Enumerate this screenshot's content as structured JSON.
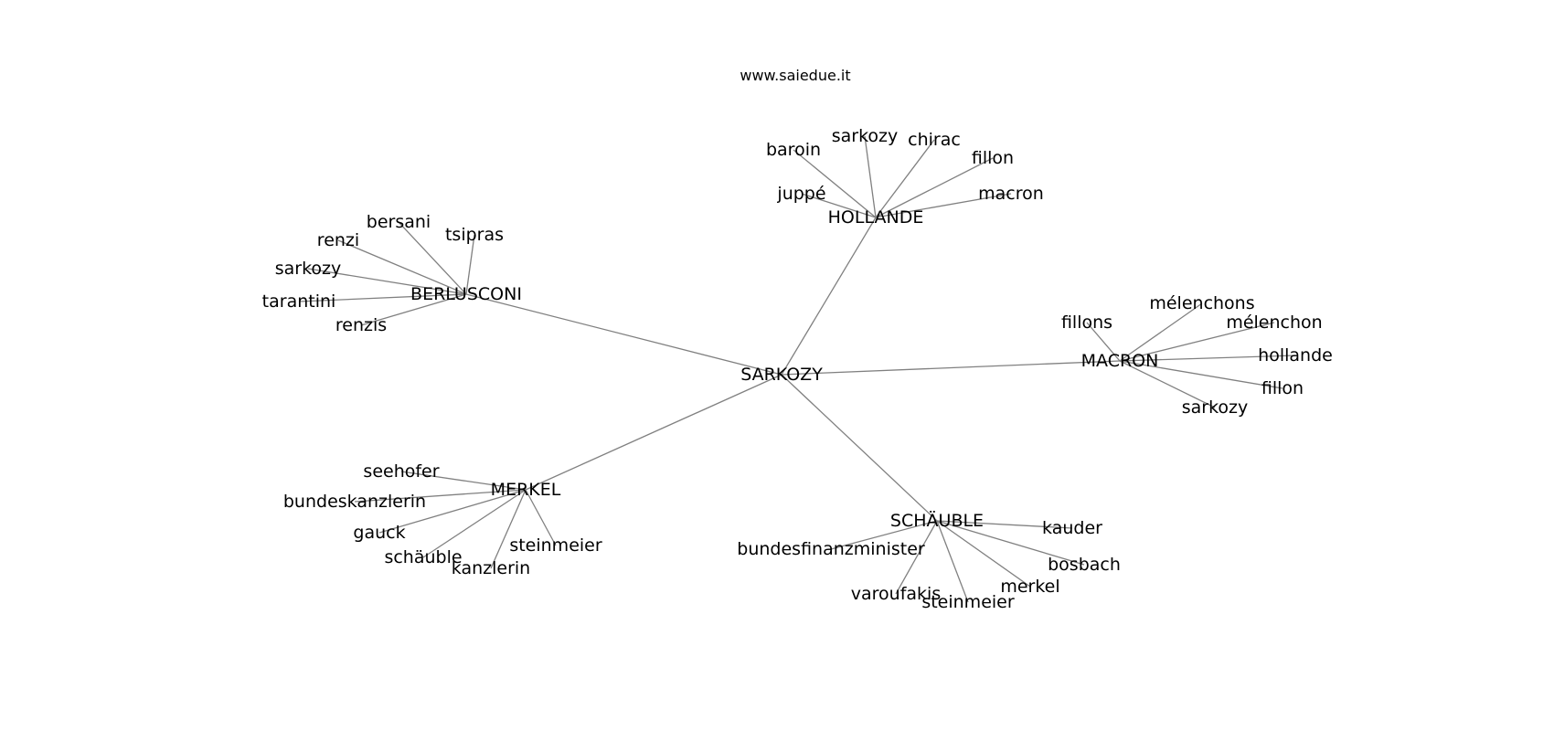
{
  "watermark": "www.saiedue.it",
  "graph": {
    "center": "SARKOZY",
    "hubs": [
      {
        "name": "BERLUSCONI",
        "leaves": [
          "bersani",
          "tsipras",
          "renzi",
          "sarkozy",
          "tarantini",
          "renzis"
        ]
      },
      {
        "name": "HOLLANDE",
        "leaves": [
          "baroin",
          "sarkozy",
          "chirac",
          "fillon",
          "juppé",
          "macron"
        ]
      },
      {
        "name": "MACRON",
        "leaves": [
          "fillons",
          "mélenchons",
          "mélenchon",
          "hollande",
          "fillon",
          "sarkozy"
        ]
      },
      {
        "name": "MERKEL",
        "leaves": [
          "seehofer",
          "bundeskanzlerin",
          "gauck",
          "schäuble",
          "kanzlerin",
          "steinmeier"
        ]
      },
      {
        "name": "SCHÄUBLE",
        "leaves": [
          "kauder",
          "bundesfinanzminister",
          "bosbach",
          "varoufakis",
          "steinmeier",
          "merkel"
        ]
      }
    ]
  }
}
